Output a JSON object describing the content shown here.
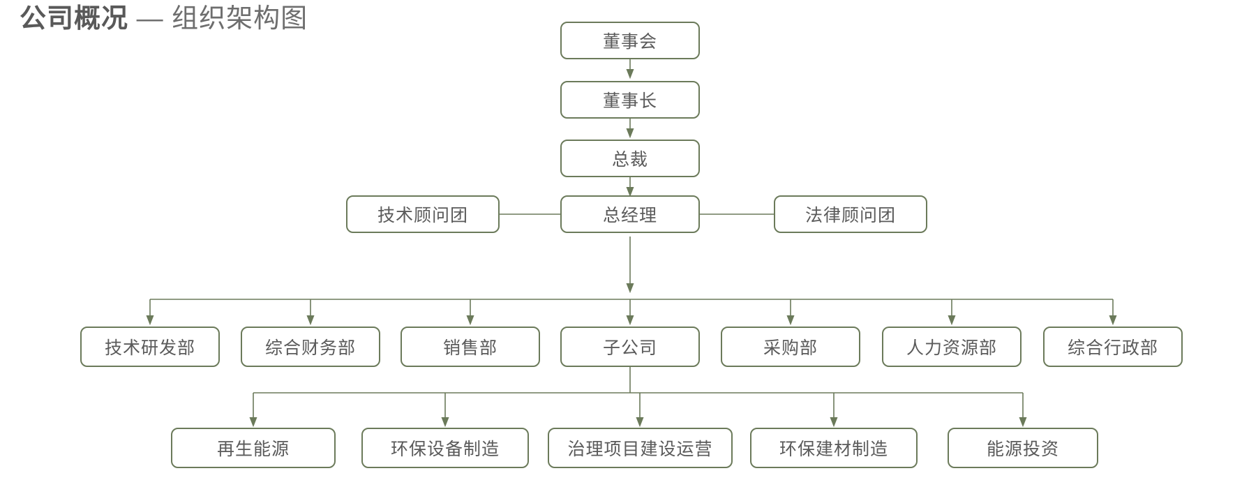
{
  "title": {
    "strong": "公司概况",
    "rest": " — 组织架构图"
  },
  "colors": {
    "node_border": "#6b7a5a",
    "node_text": "#5a5a5a",
    "connector": "#6b7a5a",
    "title_strong": "#595959",
    "title_rest": "#6e6e6e",
    "background": "#ffffff"
  },
  "chart_data": {
    "type": "diagram",
    "title": "公司概况 — 组织架构图",
    "diagram_kind": "org-chart",
    "orientation": "top-down",
    "levels": [
      {
        "level": 1,
        "nodes": [
          "董事会"
        ]
      },
      {
        "level": 2,
        "nodes": [
          "董事长"
        ]
      },
      {
        "level": 3,
        "nodes": [
          "总裁"
        ]
      },
      {
        "level": 4,
        "nodes": [
          "技术顾问团",
          "总经理",
          "法律顾问团"
        ]
      },
      {
        "level": 5,
        "nodes": [
          "技术研发部",
          "综合财务部",
          "销售部",
          "子公司",
          "采购部",
          "人力资源部",
          "综合行政部"
        ]
      },
      {
        "level": 6,
        "nodes": [
          "再生能源",
          "环保设备制造",
          "治理项目建设运营",
          "环保建材制造",
          "能源投资"
        ]
      }
    ],
    "edges": [
      {
        "from": "董事会",
        "to": "董事长",
        "style": "arrow"
      },
      {
        "from": "董事长",
        "to": "总裁",
        "style": "arrow"
      },
      {
        "from": "总裁",
        "to": "总经理",
        "style": "arrow"
      },
      {
        "from": "总经理",
        "to": "技术顾问团",
        "style": "line"
      },
      {
        "from": "总经理",
        "to": "法律顾问团",
        "style": "line"
      },
      {
        "from": "总经理",
        "to": "技术研发部",
        "style": "arrow"
      },
      {
        "from": "总经理",
        "to": "综合财务部",
        "style": "arrow"
      },
      {
        "from": "总经理",
        "to": "销售部",
        "style": "arrow"
      },
      {
        "from": "总经理",
        "to": "子公司",
        "style": "arrow"
      },
      {
        "from": "总经理",
        "to": "采购部",
        "style": "arrow"
      },
      {
        "from": "总经理",
        "to": "人力资源部",
        "style": "arrow"
      },
      {
        "from": "总经理",
        "to": "综合行政部",
        "style": "arrow"
      },
      {
        "from": "子公司",
        "to": "再生能源",
        "style": "arrow"
      },
      {
        "from": "子公司",
        "to": "环保设备制造",
        "style": "arrow"
      },
      {
        "from": "子公司",
        "to": "治理项目建设运营",
        "style": "arrow"
      },
      {
        "from": "子公司",
        "to": "环保建材制造",
        "style": "arrow"
      },
      {
        "from": "子公司",
        "to": "能源投资",
        "style": "arrow"
      }
    ]
  },
  "nodes": {
    "board": "董事会",
    "chairman": "董事长",
    "president": "总裁",
    "tech_advisors": "技术顾问团",
    "general_manager": "总经理",
    "legal_advisors": "法律顾问团",
    "dept_rd": "技术研发部",
    "dept_finance": "综合财务部",
    "dept_sales": "销售部",
    "dept_subsidiary": "子公司",
    "dept_procurement": "采购部",
    "dept_hr": "人力资源部",
    "dept_admin": "综合行政部",
    "sub_renewable": "再生能源",
    "sub_equipment": "环保设备制造",
    "sub_project": "治理项目建设运营",
    "sub_materials": "环保建材制造",
    "sub_investment": "能源投资"
  }
}
